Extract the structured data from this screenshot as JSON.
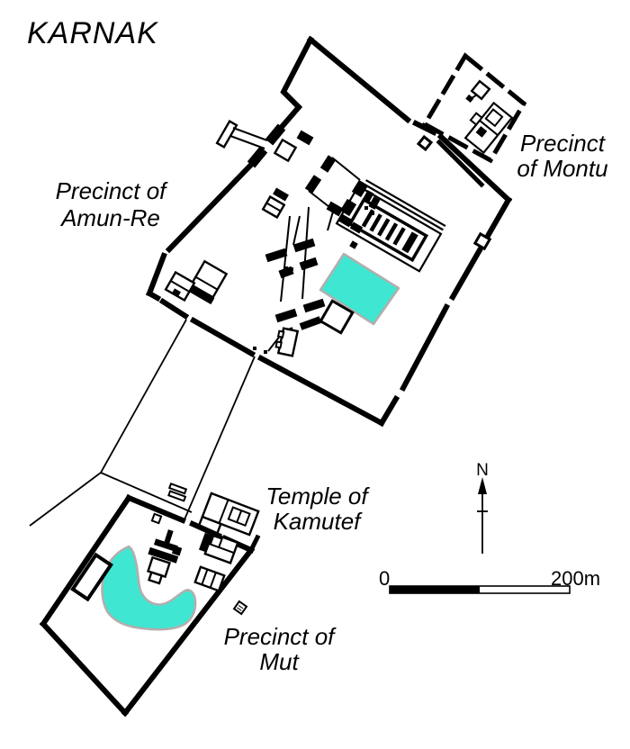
{
  "title": "KARNAK",
  "labels": {
    "montu_line1": "Precinct",
    "montu_line2": "of Montu",
    "amun_line1": "Precinct of",
    "amun_line2": "Amun-Re",
    "kamutef_line1": "Temple of",
    "kamutef_line2": "Kamutef",
    "mut_line1": "Precinct of",
    "mut_line2": "Mut"
  },
  "compass": {
    "north": "N"
  },
  "scale": {
    "start": "0",
    "end": "200m"
  },
  "colors": {
    "ink": "#000000",
    "background": "#ffffff",
    "lake_fill": "#3fe6d1",
    "lake_stroke": "#b5adad"
  }
}
